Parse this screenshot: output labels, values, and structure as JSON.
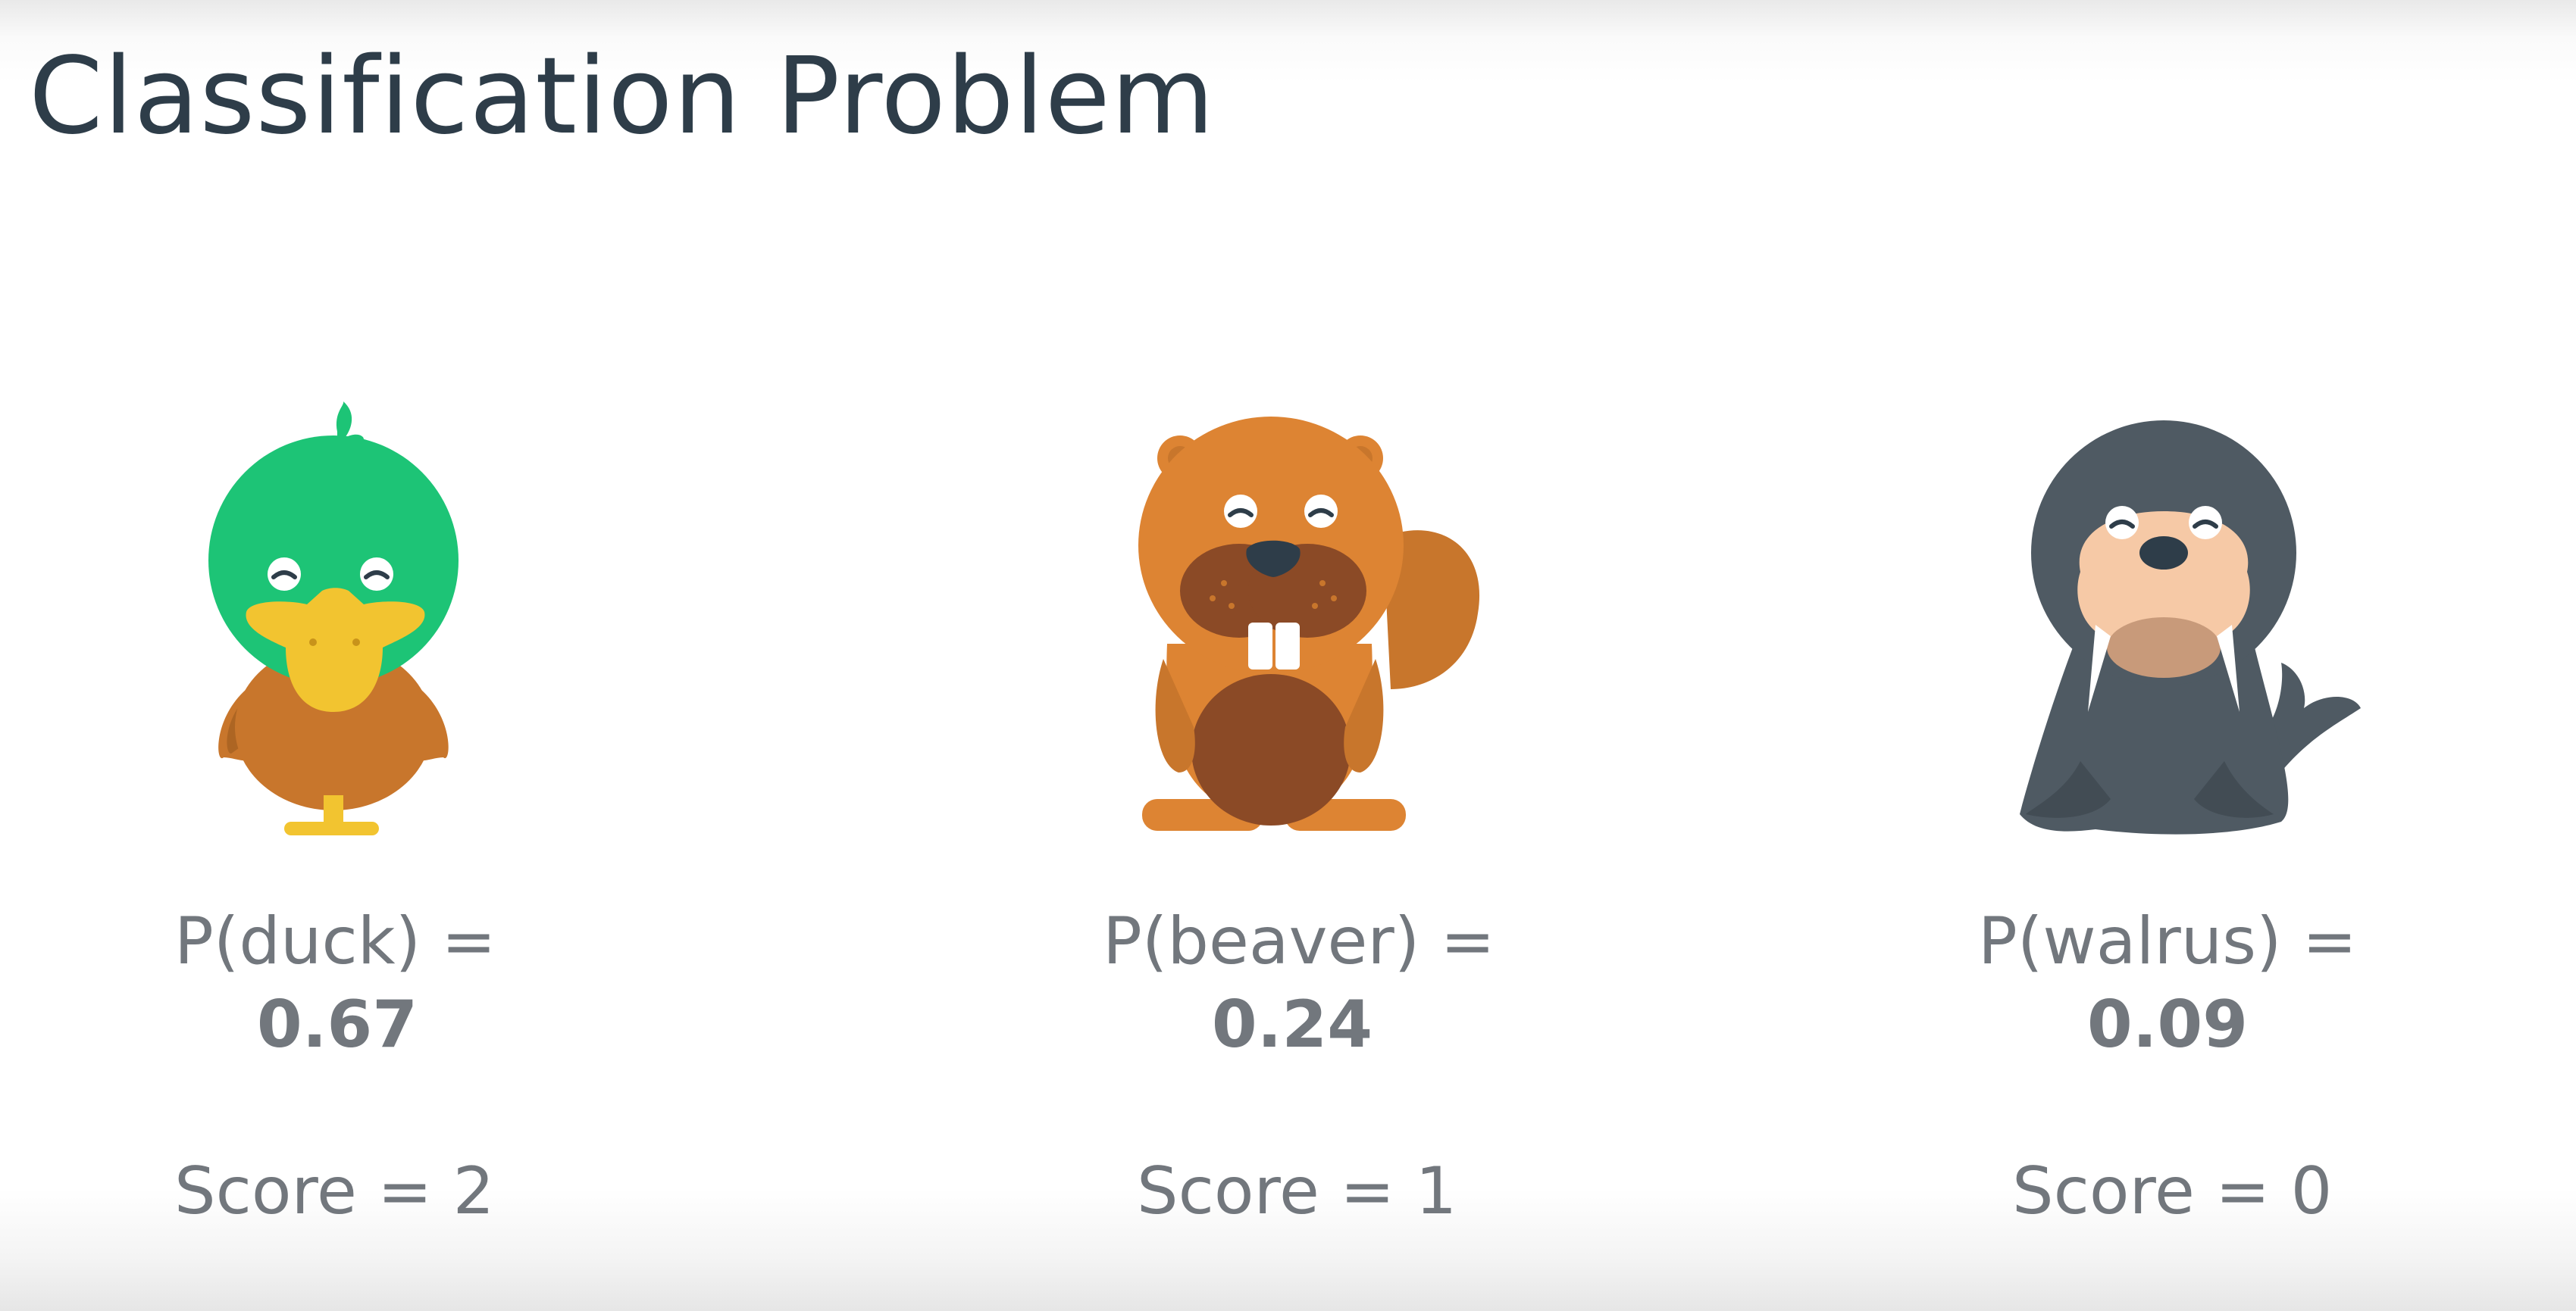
{
  "title": "Classification Problem",
  "animals": [
    {
      "name": "duck",
      "p_label": "P(duck) =",
      "p_value": "0.67",
      "score": "Score = 2",
      "icon": "duck-icon"
    },
    {
      "name": "beaver",
      "p_label": "P(beaver) =",
      "p_value": "0.24",
      "score": "Score = 1",
      "icon": "beaver-icon"
    },
    {
      "name": "walrus",
      "p_label": "P(walrus) =",
      "p_value": "0.09",
      "score": "Score = 0",
      "icon": "walrus-icon"
    }
  ],
  "colors": {
    "title": "#2e3d49",
    "text": "#72777d",
    "duck_head": "#1dc476",
    "duck_beak": "#f2c430",
    "duck_body": "#c8762c",
    "beaver": "#dd8433",
    "beaver_dark": "#8b4a26",
    "walrus": "#4f5a63",
    "walrus_face": "#f6c9a6"
  }
}
